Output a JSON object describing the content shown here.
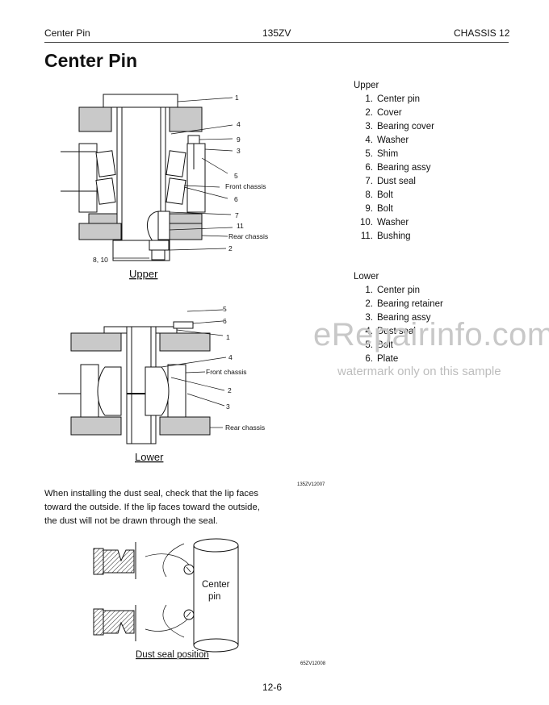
{
  "header": {
    "left": "Center Pin",
    "center": "135ZV",
    "right": "CHASSIS 12"
  },
  "page_title": "Center Pin",
  "upper_figure": {
    "caption": "Upper",
    "callouts": [
      "1",
      "4",
      "9",
      "3",
      "5",
      "Front chassis",
      "6",
      "7",
      "11",
      "Rear chassis",
      "2",
      "8, 10"
    ]
  },
  "lower_figure": {
    "caption": "Lower",
    "callouts": [
      "5",
      "6",
      "1",
      "4",
      "Front chassis",
      "2",
      "3",
      "Rear chassis"
    ],
    "code": "135ZV12007"
  },
  "upper_parts": {
    "heading": "Upper",
    "items": [
      {
        "num": "1.",
        "name": "Center pin"
      },
      {
        "num": "2.",
        "name": "Cover"
      },
      {
        "num": "3.",
        "name": "Bearing cover"
      },
      {
        "num": "4.",
        "name": "Washer"
      },
      {
        "num": "5.",
        "name": "Shim"
      },
      {
        "num": "6.",
        "name": "Bearing assy"
      },
      {
        "num": "7.",
        "name": "Dust seal"
      },
      {
        "num": "8.",
        "name": "Bolt"
      },
      {
        "num": "9.",
        "name": "Bolt"
      },
      {
        "num": "10.",
        "name": "Washer"
      },
      {
        "num": "11.",
        "name": "Bushing"
      }
    ]
  },
  "lower_parts": {
    "heading": "Lower",
    "items": [
      {
        "num": "1.",
        "name": "Center pin"
      },
      {
        "num": "2.",
        "name": "Bearing retainer"
      },
      {
        "num": "3.",
        "name": "Bearing assy"
      },
      {
        "num": "4.",
        "name": "Dust seal"
      },
      {
        "num": "5.",
        "name": "Bolt"
      },
      {
        "num": "6.",
        "name": "Plate"
      }
    ]
  },
  "note": "When installing the dust seal, check that the lip faces toward the outside. If the lip faces toward the outside, the dust will not be drawn through the seal.",
  "seal_figure": {
    "label_line1": "Center",
    "label_line2": "pin",
    "caption": "Dust seal position",
    "code": "65ZV12008"
  },
  "watermark": {
    "main": "eRepairinfo.com",
    "sub": "watermark only on this sample"
  },
  "page_number": "12-6"
}
